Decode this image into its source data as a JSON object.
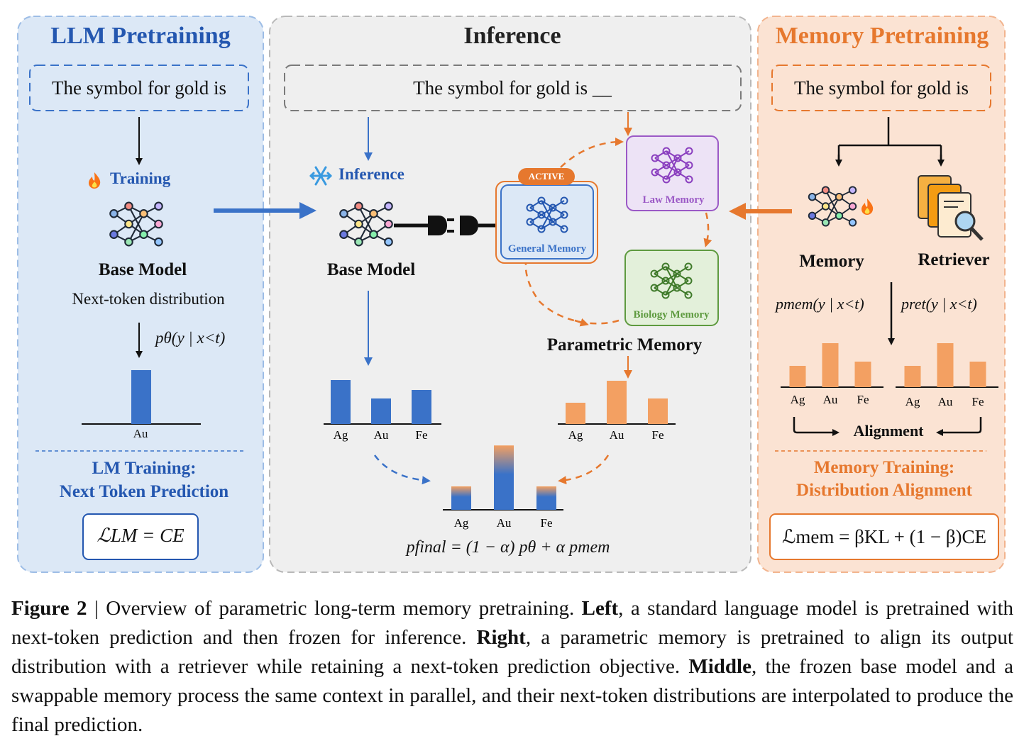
{
  "colors": {
    "blue": "#3A72C8",
    "blue_dark": "#2457B0",
    "orange": "#E6782E",
    "orange_bar": "#F3A062",
    "left_panel_fill": "#DCE8F6",
    "middle_panel_fill": "#EFEFEF",
    "right_panel_fill": "#FBE3D3",
    "law_purple": "#9B59C6",
    "bio_green": "#5E9A3F"
  },
  "left": {
    "title": "LLM Pretraining",
    "prompt": "The symbol for gold is",
    "training_label": "Training",
    "training_icon": "fire-icon",
    "model_label": "Base Model",
    "dist_label": "Next-token distribution",
    "prob_label": "pθ(y | x<t)",
    "bar_label": "Au",
    "section_title_1": "LM Training:",
    "section_title_2": "Next Token Prediction",
    "loss": "ℒLM = CE"
  },
  "middle": {
    "title": "Inference",
    "prompt": "The symbol for gold is __",
    "inference_label": "Inference",
    "inference_icon": "snowflake-icon",
    "model_label": "Base Model",
    "active_badge": "ACTIVE",
    "general_memory": "General Memory",
    "law_memory": "Law Memory",
    "biology_memory": "Biology Memory",
    "param_memory": "Parametric Memory",
    "formula": "pfinal = (1 − α) pθ + α pmem"
  },
  "right": {
    "title": "Memory Pretraining",
    "prompt": "The symbol for gold is",
    "memory_label": "Memory",
    "retriever_label": "Retriever",
    "pmem": "pmem(y | x<t)",
    "pret": "pret(y | x<t)",
    "alignment": "Alignment",
    "section_title_1": "Memory Training:",
    "section_title_2": "Distribution Alignment",
    "loss": "ℒmem = βKL + (1 − β)CE"
  },
  "caption": {
    "figure": "Figure 2",
    "sep": " | ",
    "intro": "Overview of parametric long-term memory pretraining. ",
    "left_b": "Left",
    "left_t": ", a standard language model is pretrained with next-token prediction and then frozen for inference. ",
    "right_b": "Right",
    "right_t": ", a parametric memory is pretrained to align its output distribution with a retriever while retaining a next-token prediction objective. ",
    "middle_b": "Middle",
    "middle_t": ", the frozen base model and a swappable memory process the same context in parallel, and their next-token distributions are interpolated to produce the final prediction."
  },
  "chart_data": [
    {
      "type": "bar",
      "name": "left-base-dist",
      "categories": [
        "Au"
      ],
      "values": [
        1.0
      ]
    },
    {
      "type": "bar",
      "name": "middle-base-dist",
      "categories": [
        "Ag",
        "Au",
        "Fe"
      ],
      "values": [
        0.62,
        0.36,
        0.48
      ]
    },
    {
      "type": "bar",
      "name": "middle-memory-dist",
      "categories": [
        "Ag",
        "Au",
        "Fe"
      ],
      "values": [
        0.3,
        0.61,
        0.36
      ]
    },
    {
      "type": "bar",
      "name": "final-dist",
      "categories": [
        "Ag",
        "Au",
        "Fe"
      ],
      "values": [
        0.2,
        0.55,
        0.2
      ]
    },
    {
      "type": "bar",
      "name": "right-memory-dist",
      "categories": [
        "Ag",
        "Au",
        "Fe"
      ],
      "values": [
        0.3,
        0.62,
        0.36
      ]
    },
    {
      "type": "bar",
      "name": "right-retriever-dist",
      "categories": [
        "Ag",
        "Au",
        "Fe"
      ],
      "values": [
        0.3,
        0.62,
        0.36
      ]
    }
  ]
}
